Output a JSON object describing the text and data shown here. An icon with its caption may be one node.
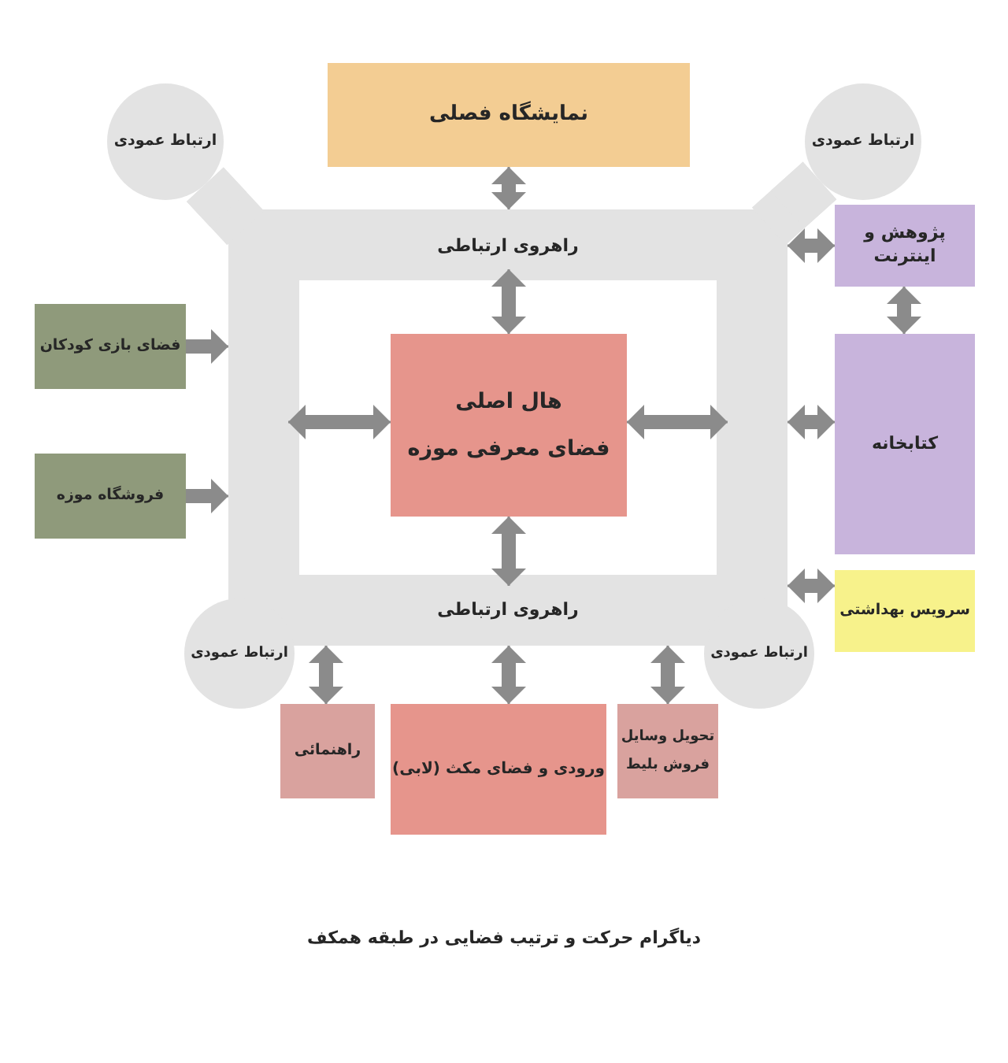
{
  "diagram": {
    "caption": "دیاگرام حرکت و ترتیب فضایی در طبقه همکف",
    "nodes": [
      {
        "text": [
          "نمایشگاه فصلی"
        ]
      },
      {
        "text": [
          "ارتباط عمودی"
        ]
      },
      {
        "text": [
          "ارتباط عمودی"
        ]
      },
      {
        "text": [
          "راهروی ارتباطی",
          "راهروی ارتباطی"
        ]
      },
      {
        "text": [
          "فضای بازی کودکان"
        ]
      },
      {
        "text": [
          "پژوهش و اینترنت"
        ]
      },
      {
        "text": [
          "هال اصلی",
          "فضای معرفی موزه"
        ],
        "in": 3
      },
      {
        "text": [
          "کتابخانه"
        ]
      },
      {
        "text": [
          "فروشگاه موزه"
        ]
      },
      {
        "text": [
          "ارتباط عمودی"
        ]
      },
      {
        "text": [
          "ارتباط عمودی"
        ]
      },
      {
        "text": [
          "سرویس بهداشتی"
        ]
      },
      {
        "text": [
          "راهنمائی"
        ]
      },
      {
        "text": [
          "ورودی و فضای مکث (لابی)"
        ]
      },
      {
        "text": [
          "تحویل وسایل",
          "فروش بلیط"
        ]
      }
    ],
    "edges": [
      {
        "from": 0,
        "to": 3,
        "arrow": "both"
      },
      {
        "from": 1,
        "to": 3,
        "arrow": "none",
        "style": "thick",
        "color": "#e3e3e3"
      },
      {
        "from": 2,
        "to": 3,
        "arrow": "none",
        "style": "thick",
        "color": "#e3e3e3"
      },
      {
        "from": 6,
        "to": 3,
        "arrow": "both"
      },
      {
        "from": 6,
        "to": 3,
        "arrow": "both"
      },
      {
        "from": 6,
        "to": 3,
        "arrow": "both"
      },
      {
        "from": 6,
        "to": 3,
        "arrow": "both"
      },
      {
        "from": 4,
        "to": 3,
        "arrow": "to"
      },
      {
        "from": 8,
        "to": 3,
        "arrow": "to"
      },
      {
        "from": 3,
        "to": 5,
        "arrow": "both"
      },
      {
        "from": 5,
        "to": 7,
        "arrow": "both"
      },
      {
        "from": 3,
        "to": 7,
        "arrow": "both"
      },
      {
        "from": 3,
        "to": 11,
        "arrow": "both"
      },
      {
        "from": 3,
        "to": 12,
        "arrow": "both"
      },
      {
        "from": 3,
        "to": 13,
        "arrow": "both"
      },
      {
        "from": 3,
        "to": 14,
        "arrow": "both"
      }
    ]
  }
}
